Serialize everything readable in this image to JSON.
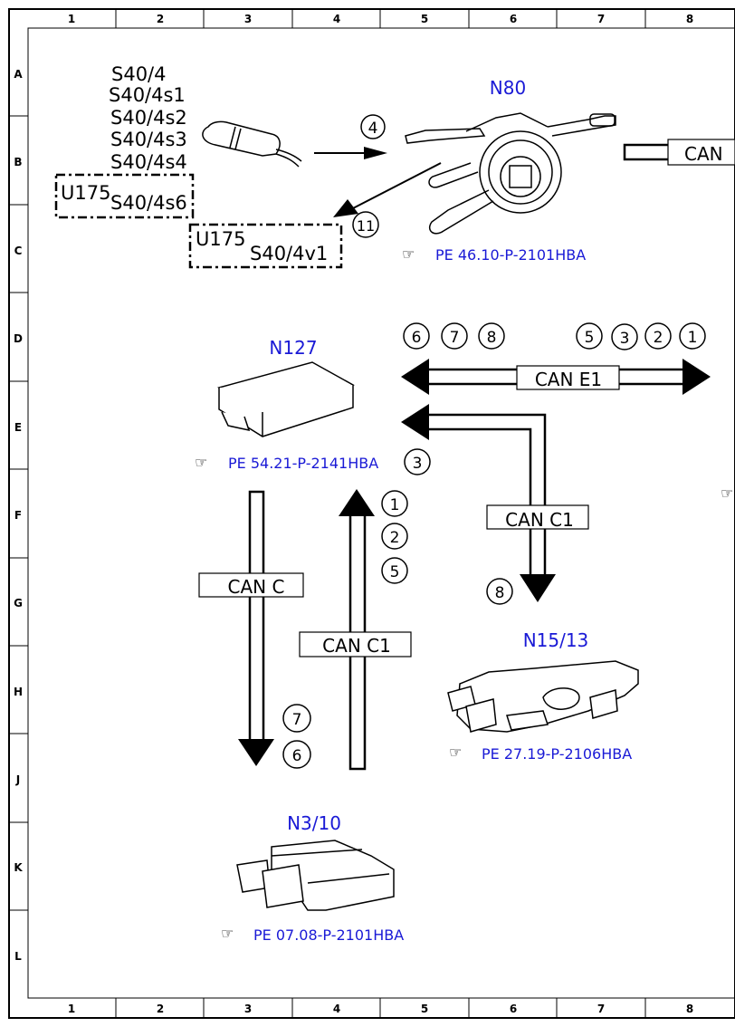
{
  "border": {
    "columns": [
      "1",
      "2",
      "3",
      "4",
      "5",
      "6",
      "7",
      "8"
    ],
    "rows": [
      "A",
      "B",
      "C",
      "D",
      "E",
      "F",
      "G",
      "H",
      "J",
      "K",
      "L"
    ]
  },
  "components": {
    "n80": {
      "label": "N80",
      "ref": "PE 46.10-P-2101HBA"
    },
    "n127": {
      "label": "N127",
      "ref": "PE 54.21-P-2141HBA"
    },
    "n15_13": {
      "label": "N15/13",
      "ref": "PE 27.19-P-2106HBA"
    },
    "n3_10": {
      "label": "N3/10",
      "ref": "PE 07.08-P-2101HBA"
    }
  },
  "switch_labels": [
    "S40/4",
    "S40/4s1",
    "S40/4s2",
    "S40/4s3",
    "S40/4s4",
    "S40/4s6"
  ],
  "u175_box1": {
    "code": "U175"
  },
  "u175_box2": {
    "code": "U175",
    "label": "S40/4v1"
  },
  "buses": {
    "can_top": "CAN",
    "can_e1": "CAN E1",
    "can_c1_right": "CAN C1",
    "can_c": "CAN C",
    "can_c1_up": "CAN C1"
  },
  "signals": {
    "n80_in": "4",
    "n80_out": "11",
    "e1_left": [
      "6",
      "7",
      "8"
    ],
    "e1_right": [
      "5",
      "3",
      "2",
      "1"
    ],
    "n127_in": "3",
    "up": [
      "1",
      "2",
      "5"
    ],
    "c1_down": "8",
    "can_c_down": [
      "7",
      "6"
    ]
  },
  "colors": {
    "link_blue": "#1a1ad6"
  }
}
